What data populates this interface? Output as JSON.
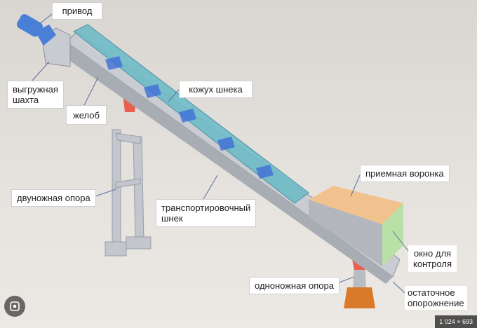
{
  "labels": {
    "drive": "привод",
    "discharge_shaft_1": "выгружная",
    "discharge_shaft_2": "шахта",
    "trough": "желоб",
    "screw_casing": "кожух шнека",
    "two_leg_support": "двуножная опора",
    "transport_screw_1": "транспортировочный",
    "transport_screw_2": "шнек",
    "receiving_hopper": "приемная воронка",
    "inspection_window_1": "окно для",
    "inspection_window_2": "контроля",
    "one_leg_support": "одноножная опора",
    "residual_drain_1": "остаточное",
    "residual_drain_2": "опорожнение"
  },
  "image_size": "1 024 × 693",
  "colors": {
    "drive": "#4a7fd8",
    "casing": "#5fb0c0",
    "hopper_top": "#f2c28e",
    "window": "#b9e0a6",
    "support": "#d87a2a",
    "flange": "#e8604f"
  }
}
